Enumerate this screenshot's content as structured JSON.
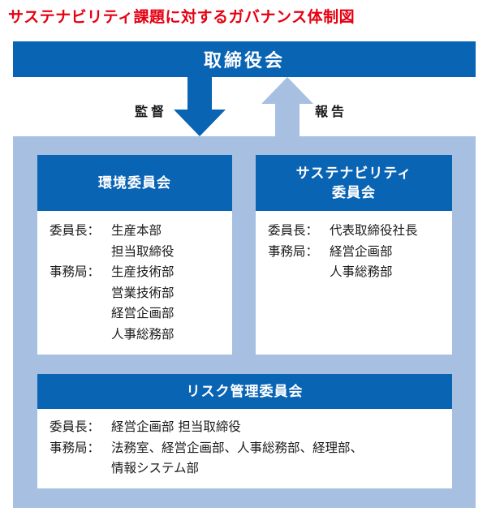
{
  "title": "サステナビリティ課題に対するガバナンス体制図",
  "board": {
    "label": "取締役会"
  },
  "arrows": {
    "down_label": "監督",
    "up_label": "報告"
  },
  "colors": {
    "title": "#e60012",
    "primary": "#0a64b4",
    "frame": "#a7c0e2"
  },
  "committees": {
    "environment": {
      "name": "環境委員会",
      "chair_role": "委員長：",
      "chair": [
        "生産本部",
        "担当取締役"
      ],
      "office_role": "事務局：",
      "office": [
        "生産技術部",
        "営業技術部",
        "経営企画部",
        "人事総務部"
      ]
    },
    "sustainability": {
      "name_line1": "サステナビリティ",
      "name_line2": "委員会",
      "chair_role": "委員長：",
      "chair": [
        "代表取締役社長"
      ],
      "office_role": "事務局：",
      "office": [
        "経営企画部",
        "人事総務部"
      ]
    },
    "risk": {
      "name": "リスク管理委員会",
      "chair_role": "委員長：",
      "chair": [
        "経営企画部 担当取締役"
      ],
      "office_role": "事務局：",
      "office": [
        "法務室、経営企画部、人事総務部、経理部、",
        "情報システム部"
      ]
    }
  }
}
